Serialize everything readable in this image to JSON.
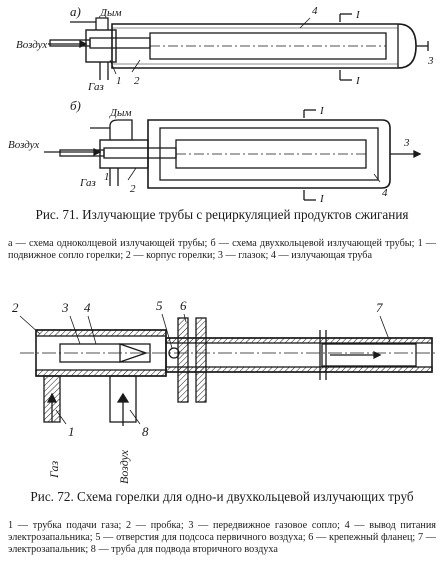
{
  "fig71": {
    "panel_a": {
      "tag": "а)",
      "smoke": "Дым",
      "air": "Воздух",
      "gas": "Газ",
      "n1": "1",
      "n2": "2",
      "n3": "3",
      "n4": "4",
      "section": "I"
    },
    "panel_b": {
      "tag": "б)",
      "smoke": "Дым",
      "air": "Воздух",
      "gas": "Газ",
      "n1": "1",
      "n2": "2",
      "n3": "3",
      "n4": "4",
      "section": "I"
    },
    "caption": "Рис. 71. Излучающие трубы с рециркуляцией продуктов сжигания",
    "legend": "а — схема одноколцевой излучающей трубы; б — схема двухкольцевой излучающей трубы; 1 — подвижное сопло горелки; 2 — корпус горелки; 3 — глазок; 4 — излучающая труба"
  },
  "fig72": {
    "labels": {
      "n1": "1",
      "n2": "2",
      "n3": "3",
      "n4": "4",
      "n5": "5",
      "n6": "6",
      "n7": "7",
      "n8": "8",
      "gas": "Газ",
      "air": "Воздух"
    },
    "caption": "Рис. 72. Схема горелки для одно-и двухкольцевой излучающих труб",
    "legend": "1 — трубка подачи газа; 2 — пробка; 3 — передвижное газовое сопло; 4 — вывод питания электрозапальника; 5 — отверстия для подсоса первичного воздуха; 6 — крепежный фланец; 7 — электрозапальник; 8 — труба для подвода вторичного воздуха"
  }
}
